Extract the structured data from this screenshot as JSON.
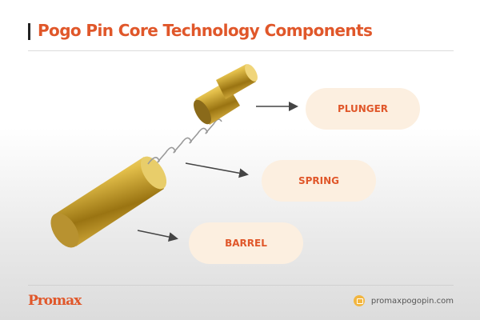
{
  "header": {
    "title": "Pogo Pin Core Technology Components"
  },
  "labels": {
    "plunger": "PLUNGER",
    "spring": "SPRING",
    "barrel": "BARREL"
  },
  "footer": {
    "logo": "Promax",
    "website": "promaxpogopin.com"
  },
  "colors": {
    "accent": "#e0572a",
    "pill": "#fcefe0",
    "gold": "#c9a227"
  }
}
